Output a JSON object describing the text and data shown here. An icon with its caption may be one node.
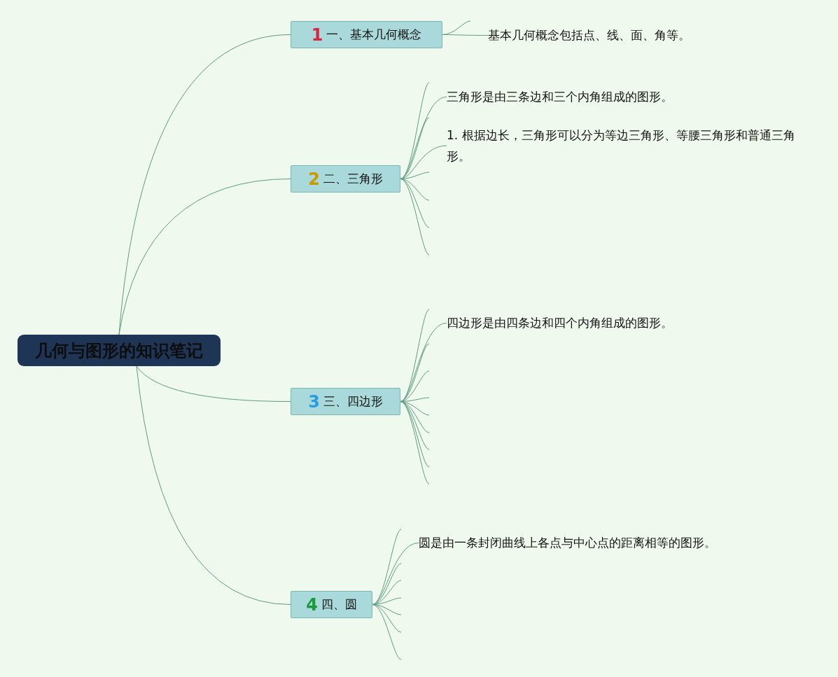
{
  "diagram": {
    "nodes": [
      {
        "text": [
          "几何与图形的知识笔记"
        ]
      },
      {
        "text": [
          "1",
          "一、基本几何概念"
        ]
      },
      {
        "text": [
          "基本几何概念包括点、线、面、角等。"
        ]
      },
      {
        "text": [
          "2",
          "二、三角形"
        ]
      },
      {
        "text": [
          "三角形是由三条边和三个内角组成的图形。"
        ]
      },
      {
        "text": [
          "1. 根据边长，三角形可以分为等边三角形、等腰三角形和普通三角形。"
        ]
      },
      {
        "text": [
          "3",
          "三、四边形"
        ]
      },
      {
        "text": [
          "四边形是由四条边和四个内角组成的图形。"
        ]
      },
      {
        "text": [
          "4",
          "四、圆"
        ]
      },
      {
        "text": [
          "圆是由一条封闭曲线上各点与中心点的距离相等的图形。"
        ]
      }
    ],
    "edges": [
      {
        "from": 0,
        "to": 1,
        "arrow": "none"
      },
      {
        "from": 1,
        "to": null,
        "arrow": "none"
      },
      {
        "from": 1,
        "to": 2,
        "arrow": "none"
      },
      {
        "from": 0,
        "to": 3,
        "arrow": "none"
      },
      {
        "from": 3,
        "to": null,
        "arrow": "none"
      },
      {
        "from": 3,
        "to": 4,
        "arrow": "none"
      },
      {
        "from": 3,
        "to": null,
        "arrow": "none"
      },
      {
        "from": 3,
        "to": 5,
        "arrow": "none"
      },
      {
        "from": 3,
        "to": null,
        "arrow": "none"
      },
      {
        "from": 3,
        "to": null,
        "arrow": "none"
      },
      {
        "from": 3,
        "to": null,
        "arrow": "none"
      },
      {
        "from": 3,
        "to": null,
        "arrow": "none"
      },
      {
        "from": 0,
        "to": 6,
        "arrow": "none"
      },
      {
        "from": 6,
        "to": null,
        "arrow": "none"
      },
      {
        "from": 6,
        "to": 7,
        "arrow": "none"
      },
      {
        "from": 6,
        "to": null,
        "arrow": "none"
      },
      {
        "from": 6,
        "to": null,
        "arrow": "none"
      },
      {
        "from": 6,
        "to": null,
        "arrow": "none"
      },
      {
        "from": 6,
        "to": null,
        "arrow": "none"
      },
      {
        "from": 6,
        "to": null,
        "arrow": "none"
      },
      {
        "from": 6,
        "to": null,
        "arrow": "none"
      },
      {
        "from": 6,
        "to": null,
        "arrow": "none"
      },
      {
        "from": 6,
        "to": null,
        "arrow": "none"
      },
      {
        "from": 0,
        "to": 8,
        "arrow": "none"
      },
      {
        "from": 8,
        "to": null,
        "arrow": "none"
      },
      {
        "from": 8,
        "to": 9,
        "arrow": "none"
      },
      {
        "from": 8,
        "to": null,
        "arrow": "none"
      },
      {
        "from": 8,
        "to": null,
        "arrow": "none"
      },
      {
        "from": 8,
        "to": null,
        "arrow": "none"
      },
      {
        "from": 8,
        "to": null,
        "arrow": "none"
      },
      {
        "from": 8,
        "to": null,
        "arrow": "none"
      },
      {
        "from": 8,
        "to": null,
        "arrow": "none"
      }
    ]
  }
}
